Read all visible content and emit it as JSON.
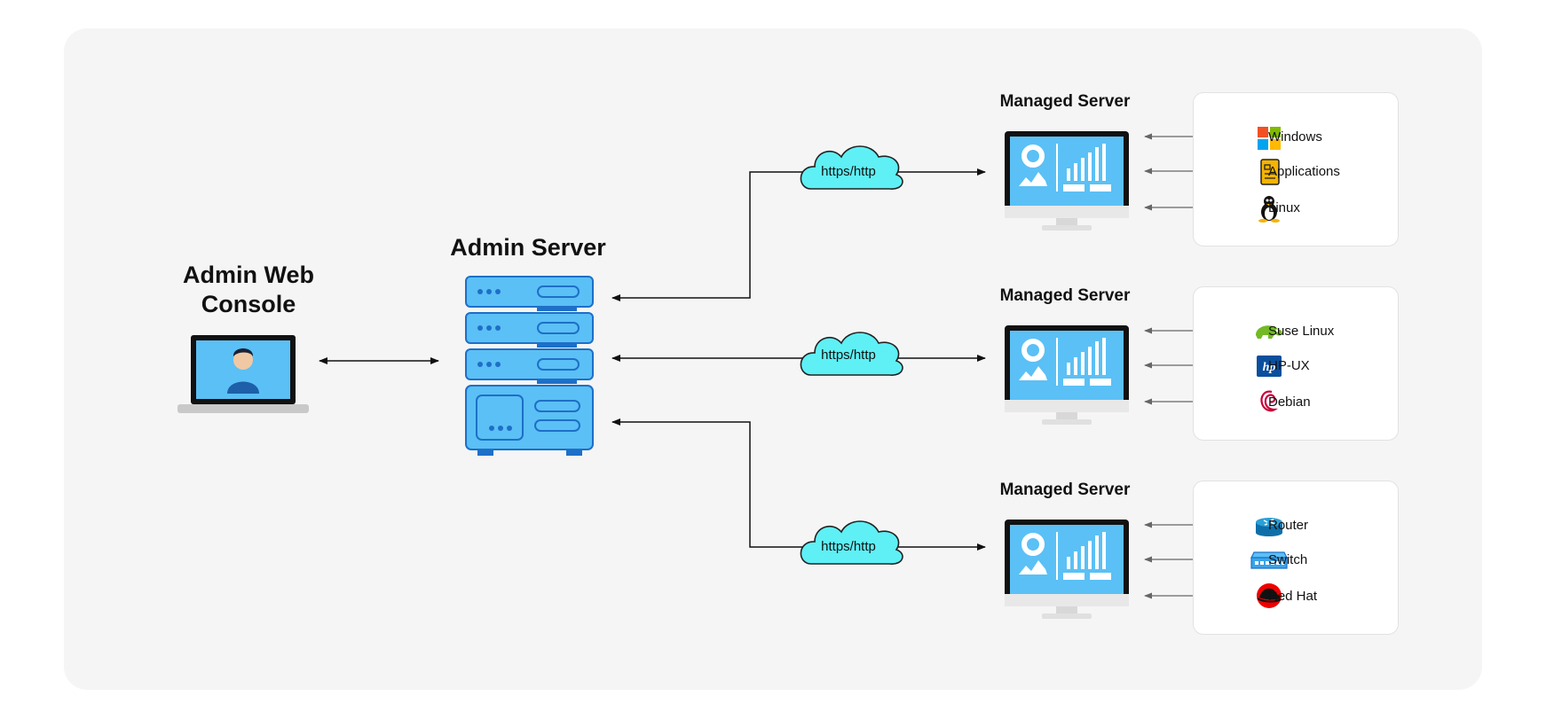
{
  "console": {
    "title": "Admin Web Console"
  },
  "admin": {
    "title": "Admin Server"
  },
  "connections": [
    {
      "label": "https/http"
    },
    {
      "label": "https/http"
    },
    {
      "label": "https/http"
    }
  ],
  "managed_servers": [
    {
      "title": "Managed Server",
      "items": [
        {
          "label": "Windows",
          "icon": "windows-icon"
        },
        {
          "label": "Applications",
          "icon": "applications-icon"
        },
        {
          "label": "Linux",
          "icon": "linux-icon"
        }
      ]
    },
    {
      "title": "Managed Server",
      "items": [
        {
          "label": "Suse Linux",
          "icon": "suse-icon"
        },
        {
          "label": "HP-UX",
          "icon": "hp-icon"
        },
        {
          "label": "Debian",
          "icon": "debian-icon"
        }
      ]
    },
    {
      "title": "Managed Server",
      "items": [
        {
          "label": "Router",
          "icon": "router-icon"
        },
        {
          "label": "Switch",
          "icon": "switch-icon"
        },
        {
          "label": "Red Hat",
          "icon": "redhat-icon"
        }
      ]
    }
  ],
  "colors": {
    "accent": "#5bc0f5",
    "cloud": "#5ef0f5",
    "panel": "#f5f5f5"
  }
}
